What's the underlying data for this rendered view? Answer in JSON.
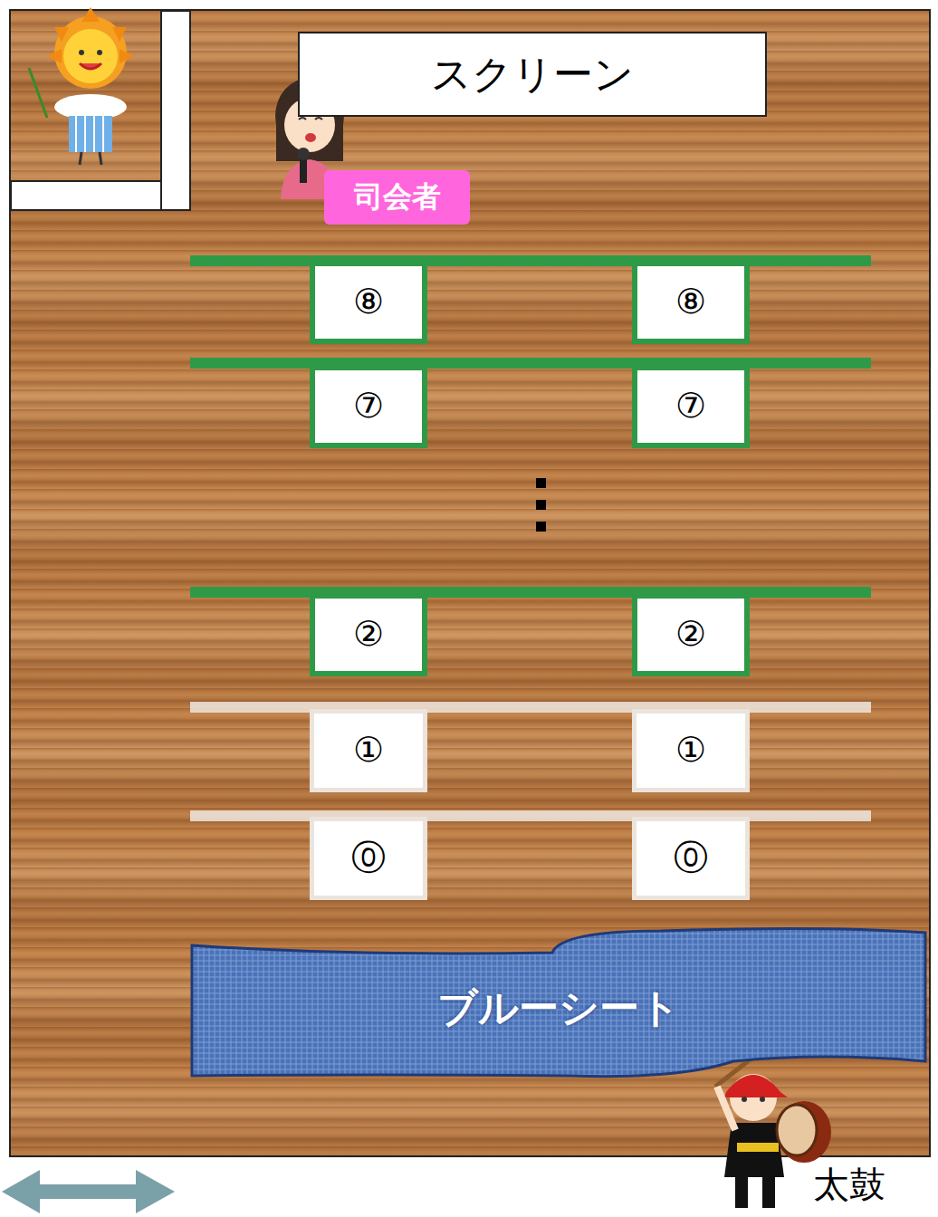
{
  "diagram": {
    "nodes": [
      {
        "text": [
          "スクリーン"
        ]
      },
      {
        "text": [
          "司会者"
        ]
      },
      {
        "text": [
          "⑧"
        ]
      },
      {
        "text": [
          "⑧"
        ]
      },
      {
        "text": [
          "⑦"
        ]
      },
      {
        "text": [
          "⑦"
        ]
      },
      {
        "text": [
          "②"
        ]
      },
      {
        "text": [
          "②"
        ]
      },
      {
        "text": [
          "①"
        ]
      },
      {
        "text": [
          "①"
        ]
      },
      {
        "text": [
          "⓪"
        ]
      },
      {
        "text": [
          "⓪"
        ]
      },
      {
        "text": [
          "ブルーシート"
        ]
      }
    ],
    "labels": [
      "太鼓"
    ]
  }
}
